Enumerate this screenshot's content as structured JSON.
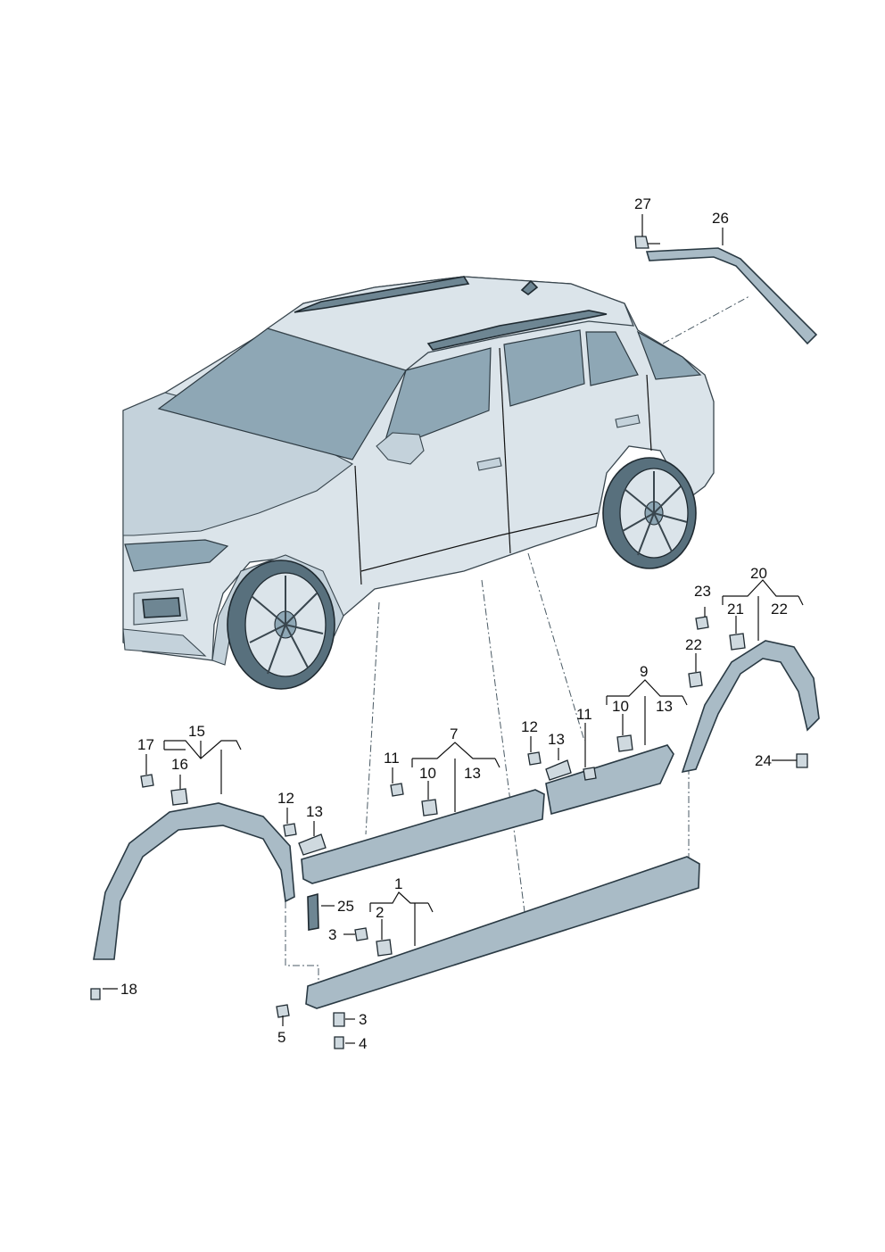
{
  "labels": {
    "l1": "1",
    "l2": "2",
    "l3a": "3",
    "l3b": "3",
    "l4": "4",
    "l5": "5",
    "l7": "7",
    "l9": "9",
    "l10a": "10",
    "l10b": "10",
    "l11a": "11",
    "l11b": "11",
    "l12a": "12",
    "l12b": "12",
    "l13a": "13",
    "l13b": "13",
    "l13c": "13",
    "l13d": "13",
    "l15": "15",
    "l16": "16",
    "l17": "17",
    "l18": "18",
    "l20": "20",
    "l21": "21",
    "l22a": "22",
    "l22b": "22",
    "l23": "23",
    "l24": "24",
    "l25": "25",
    "l26": "26",
    "l27": "27"
  },
  "colors": {
    "part_fill": "#a9bbc6",
    "body_fill": "#dbe4ea",
    "glass": "#8ea7b5",
    "outline": "#2a3a44"
  }
}
